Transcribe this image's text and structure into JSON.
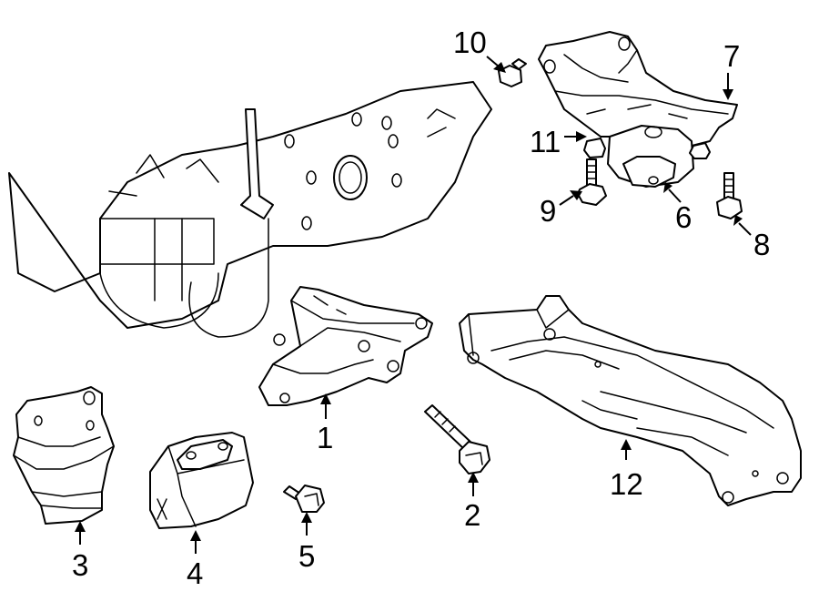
{
  "callouts": [
    {
      "id": "1",
      "label": "1",
      "part": "engine-mount-bracket"
    },
    {
      "id": "2",
      "label": "2",
      "part": "bolt"
    },
    {
      "id": "3",
      "label": "3",
      "part": "engine-mount"
    },
    {
      "id": "4",
      "label": "4",
      "part": "mount-insulator"
    },
    {
      "id": "5",
      "label": "5",
      "part": "bolt"
    },
    {
      "id": "6",
      "label": "6",
      "part": "transmission-mount"
    },
    {
      "id": "7",
      "label": "7",
      "part": "mount-bracket"
    },
    {
      "id": "8",
      "label": "8",
      "part": "bolt"
    },
    {
      "id": "9",
      "label": "9",
      "part": "bolt"
    },
    {
      "id": "10",
      "label": "10",
      "part": "nut"
    },
    {
      "id": "11",
      "label": "11",
      "part": "nut"
    },
    {
      "id": "12",
      "label": "12",
      "part": "crossmember"
    }
  ],
  "colors": {
    "line": "#000000",
    "background": "#ffffff"
  }
}
